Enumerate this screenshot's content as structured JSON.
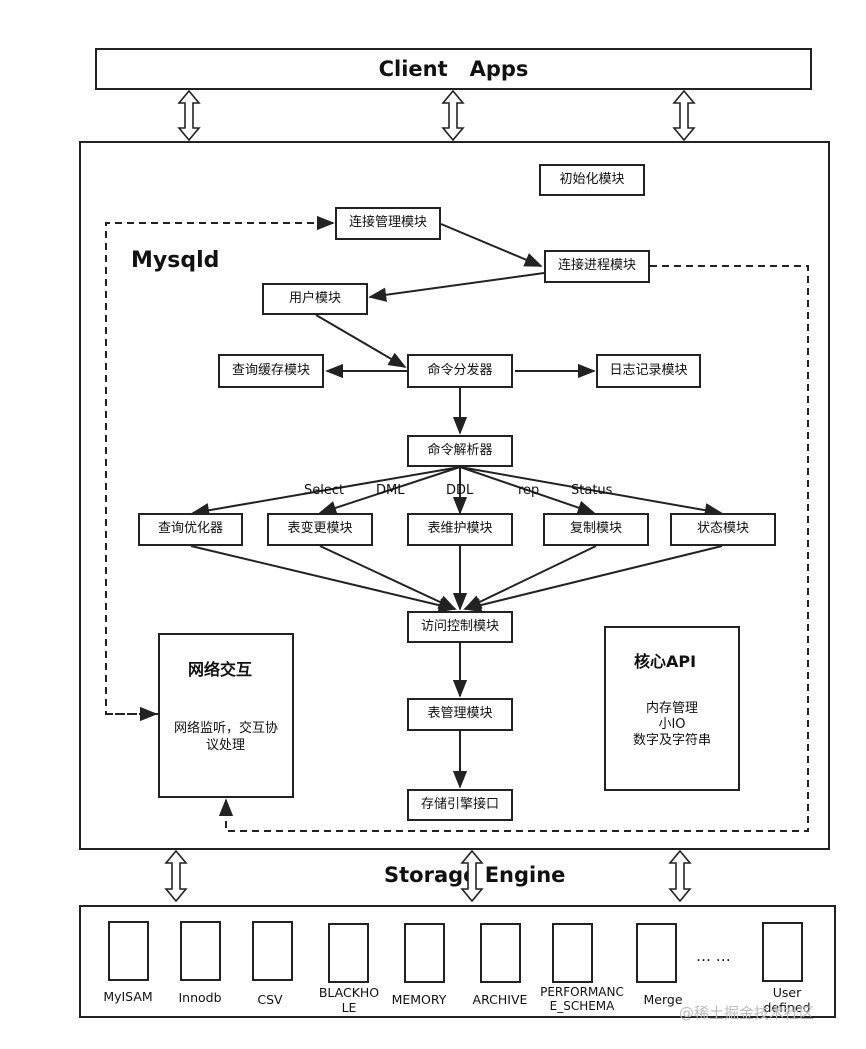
{
  "client_apps": "Client   Apps",
  "mysqld_label": "Mysqld",
  "storage_engine_title": "Storage Engine",
  "modules": {
    "init": "初始化模块",
    "conn_mgr": "连接管理模块",
    "conn_proc": "连接进程模块",
    "user": "用户模块",
    "query_cache": "查询缓存模块",
    "dispatcher": "命令分发器",
    "log": "日志记录模块",
    "parser": "命令解析器",
    "optimizer": "查询优化器",
    "table_change": "表变更模块",
    "table_maint": "表维护模块",
    "replication": "复制模块",
    "status": "状态模块",
    "access_ctrl": "访问控制模块",
    "table_mgr": "表管理模块",
    "storage_iface": "存储引擎接口"
  },
  "edge_labels": {
    "select": "Select",
    "dml": "DML",
    "ddl": "DDL",
    "rep": "rep",
    "status": "Status"
  },
  "network": {
    "title": "网络交互",
    "desc_line1": "网络监听，交互协",
    "desc_line2": "议处理"
  },
  "core_api": {
    "title": "核心API",
    "line1": "内存管理",
    "line2": "小IO",
    "line3": "数字及字符串"
  },
  "engines": [
    {
      "line1": "MyISAM",
      "line2": ""
    },
    {
      "line1": "Innodb",
      "line2": ""
    },
    {
      "line1": "CSV",
      "line2": ""
    },
    {
      "line1": "BLACKHO",
      "line2": "LE"
    },
    {
      "line1": "MEMORY",
      "line2": ""
    },
    {
      "line1": "ARCHIVE",
      "line2": ""
    },
    {
      "line1": "PERFORMANC",
      "line2": "E_SCHEMA"
    },
    {
      "line1": "Merge",
      "line2": ""
    },
    {
      "line1": "User",
      "line2": "defined"
    }
  ],
  "ellipsis": "… …",
  "watermark": "@稀土掘金技术社区"
}
